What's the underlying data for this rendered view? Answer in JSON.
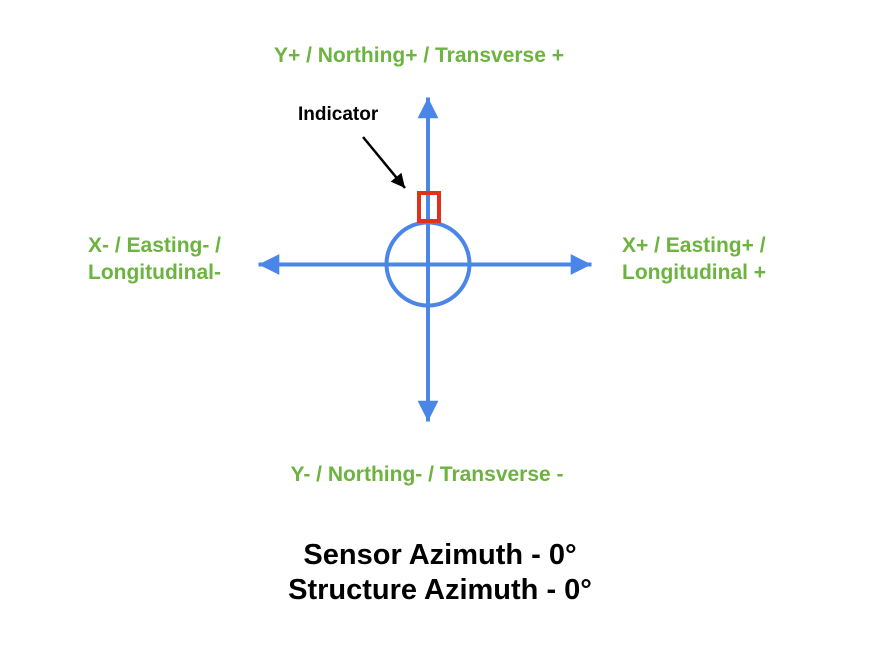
{
  "colors": {
    "canvas": "#ffffff",
    "axis": "#4a86e8",
    "axis_label": "#6cb33f",
    "indicator": "#e1301c",
    "text": "#000000"
  },
  "diagram": {
    "axis_labels": {
      "y_plus": "Y+ / Northing+ / Transverse +",
      "y_minus": "Y- / Northing- / Transverse -",
      "x_minus": "X- / Easting- /\nLongitudinal-",
      "x_plus": "X+ / Easting+ /\nLongitudinal +"
    },
    "indicator_label": "Indicator"
  },
  "caption": {
    "sensor_azimuth": "Sensor Azimuth - 0°",
    "structure_azimuth": "Structure Azimuth - 0°"
  }
}
